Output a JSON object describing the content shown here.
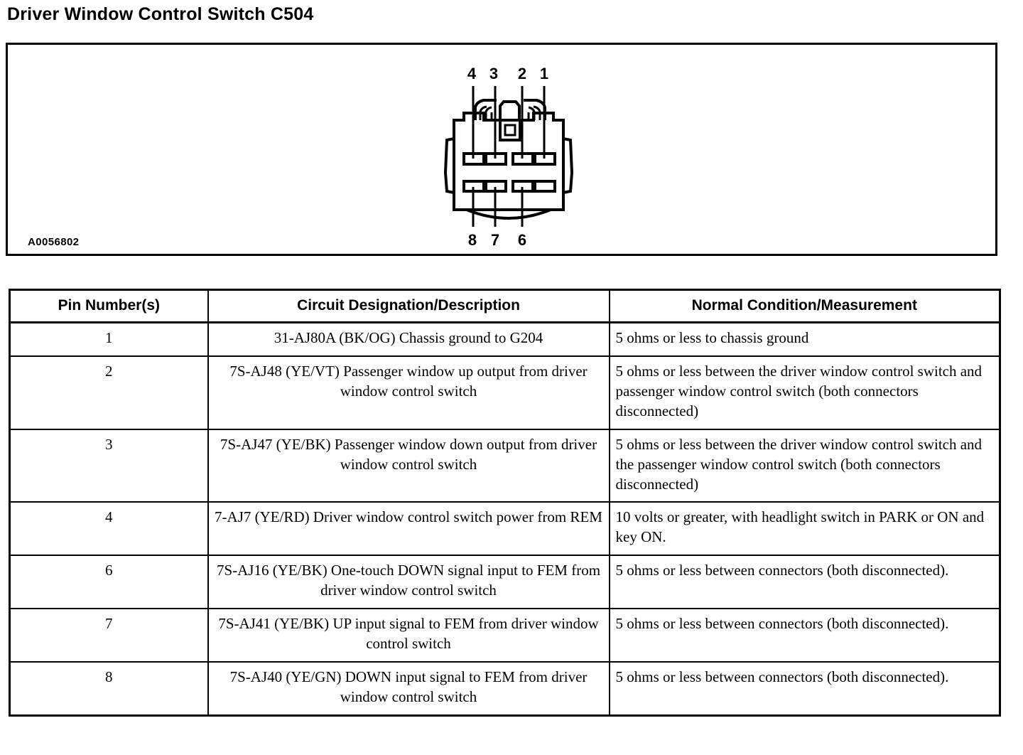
{
  "page": {
    "title": "Driver Window Control Switch C504"
  },
  "illustration": {
    "figure_id": "A0056802",
    "connector": {
      "description": "8-cavity wire harness connector, front view, two rows of four cavities",
      "cavity_count": 8,
      "top_row_labels": [
        "4",
        "3",
        "2",
        "1"
      ],
      "bottom_row_labels": [
        "8",
        "7",
        "6"
      ],
      "unlabeled_cavity_note": "bottom-right cavity (pin 5) has no leader line"
    }
  },
  "table": {
    "headers": [
      "Pin Number(s)",
      "Circuit Designation/Description",
      "Normal Condition/Measurement"
    ],
    "rows": [
      {
        "pin": "1",
        "description": "31-AJ80A (BK/OG) Chassis ground to G204",
        "measurement": "5 ohms or less to chassis ground"
      },
      {
        "pin": "2",
        "description": "7S-AJ48 (YE/VT) Passenger window up output from driver window control switch",
        "measurement": "5 ohms or less between the driver window control switch and passenger window control switch (both connectors disconnected)"
      },
      {
        "pin": "3",
        "description": "7S-AJ47 (YE/BK) Passenger window down output from driver window control switch",
        "measurement": "5 ohms or less between the driver window control switch and the passenger window control switch (both connectors disconnected)"
      },
      {
        "pin": "4",
        "description": "7-AJ7 (YE/RD) Driver window control switch power from REM",
        "measurement": "10 volts or greater, with headlight switch in PARK or ON and key ON."
      },
      {
        "pin": "6",
        "description": "7S-AJ16 (YE/BK) One-touch DOWN signal input to FEM from driver window control switch",
        "measurement": "5 ohms or less between connectors (both disconnected)."
      },
      {
        "pin": "7",
        "description": "7S-AJ41 (YE/BK) UP input signal to FEM from driver window control switch",
        "measurement": "5 ohms or less between connectors (both disconnected)."
      },
      {
        "pin": "8",
        "description": "7S-AJ40 (YE/GN) DOWN input signal to FEM from driver window control switch",
        "measurement": "5 ohms or less between connectors (both disconnected)."
      }
    ]
  },
  "colors": {
    "ink": "#000000",
    "paper": "#ffffff"
  }
}
